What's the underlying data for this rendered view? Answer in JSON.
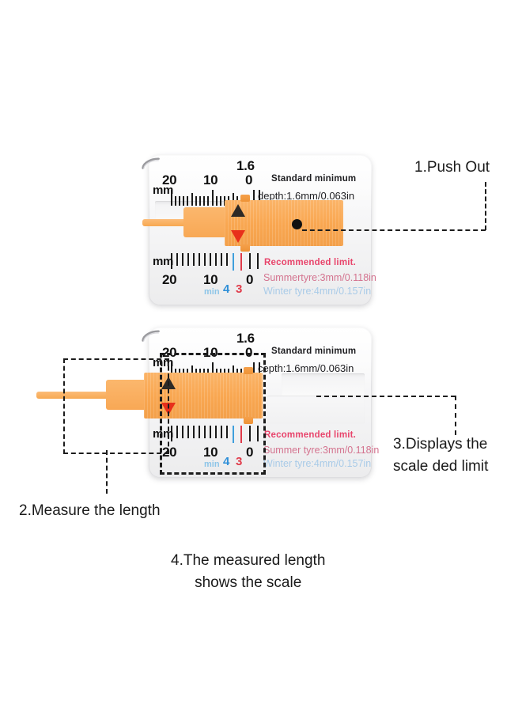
{
  "page": {
    "background_color": "#ffffff",
    "accent_orange": "#f8a851",
    "arrow_red": "#e8301b",
    "arrow_black": "#2e2a26"
  },
  "steps": [
    {
      "id": "step-1",
      "label": "1.Push Out"
    },
    {
      "id": "step-2",
      "label": "2.Measure the length"
    },
    {
      "id": "step-3",
      "label": "3.Displays the\nscale ded limit",
      "line1": "3.Displays the",
      "line2": "scale ded limit"
    },
    {
      "id": "step-4",
      "label": "4.The measured length\nshows the scale",
      "line1": "4.The measured length",
      "line2": "shows the scale"
    }
  ],
  "gauge": {
    "unit": "mm",
    "top_scale": {
      "unit_label": "mm",
      "minor_label": "1.6",
      "tick_labels": [
        "20",
        "10",
        "0"
      ]
    },
    "bottom_scale": {
      "unit_label": "mm",
      "tick_labels": [
        "20",
        "10",
        "0"
      ],
      "min_label": "min",
      "marker_4": "4",
      "marker_3": "3"
    },
    "text_top_line1": "Standard minimum",
    "text_top_line2": "depth:1.6mm/0.063in",
    "text_top_line2_card2": "cepth:1.6mm/0.063in",
    "text_bottom_line1": "Recommended limit.",
    "text_bottom_line2": "Summertyre:3mm/0.118in",
    "text_bottom_line2_card2": "Summer tyre:3mm/0.118in",
    "text_bottom_line3": "Winter tyre:4mm/0.157in"
  },
  "cards": [
    {
      "id": "card-retracted",
      "state": "slider retracted"
    },
    {
      "id": "card-extended",
      "state": "slider pushed out"
    }
  ]
}
